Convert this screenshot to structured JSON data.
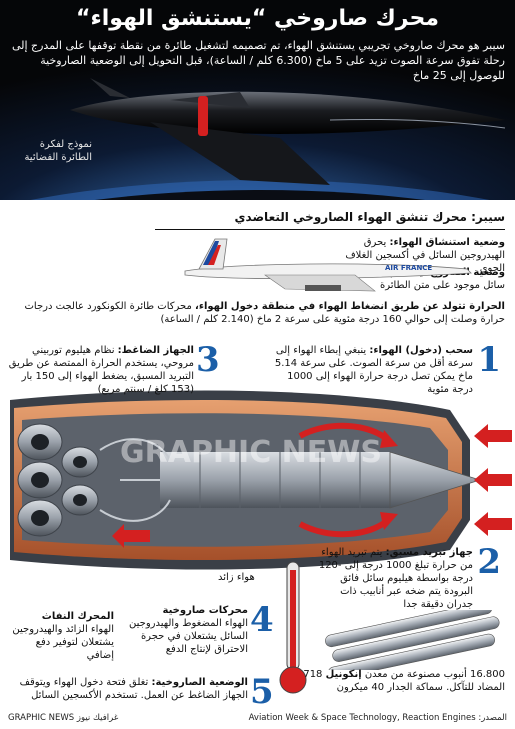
{
  "title": "محرك صاروخي “يستنشق الهواء“",
  "intro": "سيبر هو محرك صاروخي تجريبي يستنشق الهواء، تم تصميمه لتشغيل طائرة من نقطة توقفها على المدرج إلى رحلة تفوق سرعة الصوت تزيد على 5 ماخ (6.300 كلم / الساعة)، قبل التحويل إلى الوضعية الصاروخية للوصول إلى 25 ماخ",
  "model_label": "نموذج لفكرة الطائرة الفضائية",
  "sabre": {
    "title": "سيبر: محرك تنشق الهواء الصاروخي التعاضدي",
    "air_mode_head": "وضعية استنشاق الهواء:",
    "air_mode_text": "يحرق الهيدروجين السائل في أكسجين الغلاف الجوي",
    "rocket_mode_head": "وضعية الصاروخ:",
    "rocket_mode_text": "يستخدم أكسجين سائل موجود على متن الطائرة"
  },
  "concorde_livery": "AIR FRANCE",
  "heat": {
    "head": "الحرارة تتولد عن طريق انضغاط الهواء في منطقة دخول الهواء،",
    "text": "محركات طائرة الكونكورد عالجت درجات حرارة وصلت إلى حوالي 160 درجة مئوية على سرعة 2 ماخ (2.140 كلم / الساعة)"
  },
  "steps": [
    {
      "num": "1",
      "head": "سحب (دخول) الهواء:",
      "text": "ينبغي إبطاء الهواء إلى سرعة أقل من سرعة الصوت. على سرعة 5.14 ماخ يمكن تصل درجة حرارة الهواء إلى 1000 درجة مئوية"
    },
    {
      "num": "2",
      "head": "جهاز تبريد مسبق:",
      "text": "يتم تبريد الهواء من حرارة تبلغ 1000 درجة إلى -120 درجة بواسطة هيليوم سائل فائق البرودة يتم ضخه عبر أنابيب ذات جدران دقيقة جدا"
    },
    {
      "num": "3",
      "head": "الجهاز الضاغط:",
      "text": "نظام هيليوم توربيني مروحي، يستخدم الحرارة الممتصة عن طريق التبريد المسبق، يضغط الهواء إلى 150 بار (153 كلغ / سنتم مربع)"
    },
    {
      "num": "4",
      "head": "محركات صاروخية",
      "text": "الهواء المضغوط والهيدروجين السائل يشتعلان في حجرة الاحتراق لإنتاج الدفع"
    },
    {
      "num": "5",
      "head": "الوضعية الصاروخية:",
      "text": "تغلق فتحة دخول الهواء ويتوقف الجهاز الضاغط عن العمل. تستخدم الأكسجين السائل"
    }
  ],
  "exhaust": {
    "head": "المحرك النفاث",
    "text": "الهواء الزائد والهيدروجين يشتعلان لتوفير دفع إضافي"
  },
  "excess_air": "هواء زائد",
  "tubes": {
    "count": "16.800",
    "head_line1": "أنبوب مصنوعة من معدن",
    "alloy": "إنكونيل",
    "text": "718 المضاد للتآكل. سماكة الجدار 40 ميكرون"
  },
  "watermark": "GRAPHIC NEWS",
  "source": "المصدر: Aviation Week & Space Technology, Reaction Engines",
  "brand": "غرافيك نيوز GRAPHIC NEWS",
  "colors": {
    "hero_bg": "#050608",
    "step_blue": "#1b5fa8",
    "accent_red": "#d42020",
    "copper": "#c76a3a"
  }
}
